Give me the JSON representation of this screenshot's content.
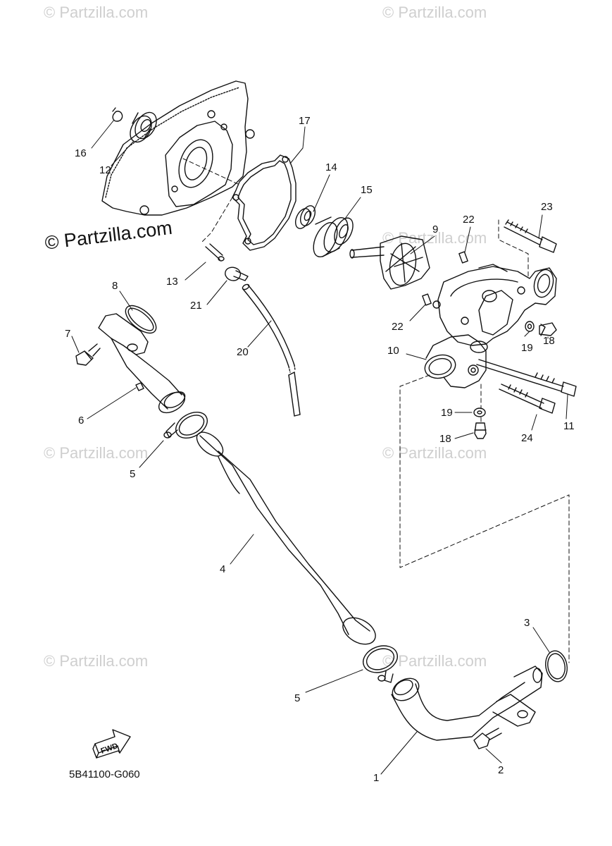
{
  "watermarks": {
    "light": "© Partzilla.com",
    "dark": "© Partzilla.com"
  },
  "diagram_code": "5B41100-G060",
  "fwd_label": "FWD",
  "callouts": [
    {
      "id": "c16",
      "label": "16"
    },
    {
      "id": "c12",
      "label": "12"
    },
    {
      "id": "c17",
      "label": "17"
    },
    {
      "id": "c14",
      "label": "14"
    },
    {
      "id": "c15",
      "label": "15"
    },
    {
      "id": "c9",
      "label": "9"
    },
    {
      "id": "c22a",
      "label": "22"
    },
    {
      "id": "c23",
      "label": "23"
    },
    {
      "id": "c13",
      "label": "13"
    },
    {
      "id": "c21",
      "label": "21"
    },
    {
      "id": "c8",
      "label": "8"
    },
    {
      "id": "c22b",
      "label": "22"
    },
    {
      "id": "c7",
      "label": "7"
    },
    {
      "id": "c20",
      "label": "20"
    },
    {
      "id": "c10",
      "label": "10"
    },
    {
      "id": "c19a",
      "label": "19"
    },
    {
      "id": "c18a",
      "label": "18"
    },
    {
      "id": "c6",
      "label": "6"
    },
    {
      "id": "c11",
      "label": "11"
    },
    {
      "id": "c19b",
      "label": "19"
    },
    {
      "id": "c18b",
      "label": "18"
    },
    {
      "id": "c24",
      "label": "24"
    },
    {
      "id": "c5a",
      "label": "5"
    },
    {
      "id": "c4",
      "label": "4"
    },
    {
      "id": "c3",
      "label": "3"
    },
    {
      "id": "c5b",
      "label": "5"
    },
    {
      "id": "c1",
      "label": "1"
    },
    {
      "id": "c2",
      "label": "2"
    }
  ]
}
